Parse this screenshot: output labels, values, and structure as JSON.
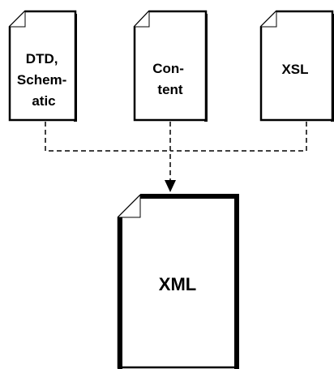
{
  "documents": {
    "dtd": {
      "lines": [
        "DTD,",
        "Schem-",
        "atic"
      ]
    },
    "content": {
      "lines": [
        "Con-",
        "tent"
      ]
    },
    "xsl": {
      "lines": [
        "XSL"
      ]
    },
    "xml": {
      "lines": [
        "XML"
      ]
    }
  }
}
